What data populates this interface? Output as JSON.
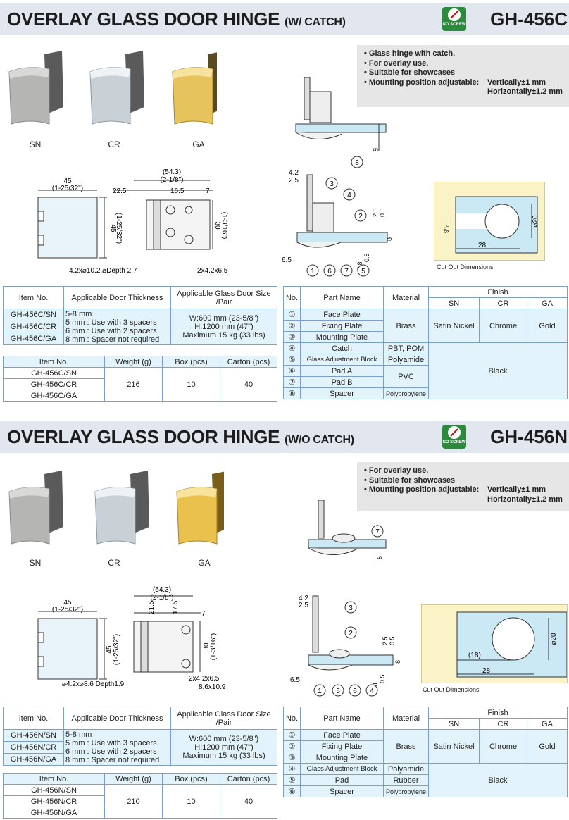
{
  "sections": [
    {
      "title": "OVERLAY GLASS DOOR HINGE",
      "title_sub": "(W/ CATCH)",
      "badge": "NO SCREW",
      "code": "GH-456C",
      "features": [
        {
          "text": "• Glass hinge with catch."
        },
        {
          "text": "• For overlay use."
        },
        {
          "text": "• Suitable for showcases"
        },
        {
          "text": "• Mounting position adjustable:",
          "value": "Vertically±1 mm"
        },
        {
          "text": "",
          "value": "Horizontally±1.2 mm"
        }
      ],
      "finish_captions": [
        "SN",
        "CR",
        "GA"
      ],
      "finish_colors": [
        "#b5b6b4",
        "#c9d0d6",
        "#e7c35e"
      ],
      "dims": {
        "w_total": "(54.3)",
        "w_total_in": "(2-1/8\")",
        "w1": "22.5",
        "w2": "16.5",
        "w3": "7",
        "h": "45",
        "h_in": "(1-25/32\")",
        "d45": "45",
        "d45_in": "(1-25/32\")",
        "h30": "30",
        "h30_in": "(1-3/16\")",
        "hole1": "4.2x⌀10.2,⌀Depth 2.7",
        "hole2": "2x4.2x6.5",
        "hole3": ""
      },
      "side_dims": {
        "a": "4.2",
        "b": "2.5",
        "c": "2.5",
        "d": "0.5",
        "e": "8",
        "f": "6.5",
        "g": "7.8",
        "h": "0.5",
        "top5": "5"
      },
      "top_callouts": [
        "8"
      ],
      "side_callouts": [
        "3",
        "4",
        "2",
        "1",
        "6",
        "7",
        "5"
      ],
      "cutout": {
        "d": "⌀20",
        "w": "28",
        "s": "9⁰₀",
        "caption": "Cut Out Dimensions"
      },
      "spec_table": {
        "headers": [
          "Item No.",
          "Applicable Door Thickness",
          "Applicable Glass Door Size /Pair"
        ],
        "items": [
          "GH-456C/SN",
          "GH-456C/CR",
          "GH-456C/GA"
        ],
        "thickness": [
          "5-8 mm",
          "5 mm : Use with 3 spacers",
          "6 mm : Use with 2 spacers",
          "8 mm : Spacer not required"
        ],
        "size": [
          "W:600 mm (23-5/8\")",
          "H:1200 mm (47\")",
          "Maximum 15 kg (33 lbs)"
        ]
      },
      "weight_table": {
        "headers": [
          "Item No.",
          "Weight (g)",
          "Box (pcs)",
          "Carton (pcs)"
        ],
        "items": [
          "GH-456C/SN",
          "GH-456C/CR",
          "GH-456C/GA"
        ],
        "weight": "216",
        "box": "10",
        "carton": "40"
      },
      "parts_table": {
        "headers": [
          "No.",
          "Part Name",
          "Material",
          "Finish"
        ],
        "finish_sub": [
          "SN",
          "CR",
          "GA"
        ],
        "rows": [
          {
            "no": "①",
            "name": "Face Plate"
          },
          {
            "no": "②",
            "name": "Fixing Plate"
          },
          {
            "no": "③",
            "name": "Mounting Plate"
          },
          {
            "no": "④",
            "name": "Catch",
            "material": "PBT, POM"
          },
          {
            "no": "⑤",
            "name": "Glass Adjustment Block",
            "material": "Polyamide"
          },
          {
            "no": "⑥",
            "name": "Pad A"
          },
          {
            "no": "⑦",
            "name": "Pad B"
          },
          {
            "no": "⑧",
            "name": "Spacer",
            "material": "Polypropylene"
          }
        ],
        "brass": "Brass",
        "pvc": "PVC",
        "sn": "Satin Nickel",
        "cr": "Chrome",
        "ga": "Gold",
        "black": "Black"
      }
    },
    {
      "title": "OVERLAY GLASS DOOR HINGE",
      "title_sub": "(W/O CATCH)",
      "badge": "NO SCREW",
      "code": "GH-456N",
      "features": [
        {
          "text": "• For overlay use."
        },
        {
          "text": "• Suitable for showcases"
        },
        {
          "text": "• Mounting position adjustable:",
          "value": "Vertically±1 mm"
        },
        {
          "text": "",
          "value": "Horizontally±1.2 mm"
        }
      ],
      "finish_captions": [
        "SN",
        "CR",
        "GA"
      ],
      "finish_colors": [
        "#b5b6b4",
        "#c9d0d6",
        "#e9c14c"
      ],
      "dims": {
        "w_total": "(54.3)",
        "w_total_in": "(2-1/8\")",
        "w1": "21.5",
        "w2": "17.5",
        "w3": "7",
        "h": "45",
        "h_in": "(1-25/32\")",
        "d45": "45",
        "d45_in": "(1-25/32\")",
        "h30": "30",
        "h30_in": "(1-3/16\")",
        "hole1": "⌀4.2x⌀8.6 Depth1.9",
        "hole2": "2x4.2x6.5",
        "hole3": "8.6x10.9"
      },
      "side_dims": {
        "a": "4.2",
        "b": "2.5",
        "c": "2.5",
        "d": "0.5",
        "e": "8",
        "f": "6.5",
        "g": "7.8",
        "h": "0.5",
        "top5": "5"
      },
      "top_callouts": [
        "7"
      ],
      "side_callouts": [
        "3",
        "2",
        "1",
        "5",
        "6",
        "4"
      ],
      "cutout": {
        "d": "⌀20",
        "w": "28",
        "s": "(18)",
        "caption": "Cut Out Dimensions"
      },
      "spec_table": {
        "headers": [
          "Item No.",
          "Applicable Door Thickness",
          "Applicable Glass Door Size /Pair"
        ],
        "items": [
          "GH-456N/SN",
          "GH-456N/CR",
          "GH-456N/GA"
        ],
        "thickness": [
          "5-8 mm",
          "5 mm : Use with 3 spacers",
          "6 mm : Use with 2 spacers",
          "8 mm : Spacer not required"
        ],
        "size": [
          "W:600 mm (23-5/8\")",
          "H:1200 mm (47\")",
          "Maximum 15 kg (33 lbs)"
        ]
      },
      "weight_table": {
        "headers": [
          "Item No.",
          "Weight (g)",
          "Box (pcs)",
          "Carton (pcs)"
        ],
        "items": [
          "GH-456N/SN",
          "GH-456N/CR",
          "GH-456N/GA"
        ],
        "weight": "210",
        "box": "10",
        "carton": "40"
      },
      "parts_table": {
        "headers": [
          "No.",
          "Part Name",
          "Material",
          "Finish"
        ],
        "finish_sub": [
          "SN",
          "CR",
          "GA"
        ],
        "rows": [
          {
            "no": "①",
            "name": "Face Plate"
          },
          {
            "no": "②",
            "name": "Fixing Plate"
          },
          {
            "no": "③",
            "name": "Mounting Plate"
          },
          {
            "no": "④",
            "name": "Glass Adjustment Block",
            "material": "Polyamide"
          },
          {
            "no": "⑤",
            "name": "Pad",
            "material": "Rubber"
          },
          {
            "no": "⑥",
            "name": "Spacer",
            "material": "Polypropylene"
          }
        ],
        "brass": "Brass",
        "sn": "Satin Nickel",
        "cr": "Chrome",
        "ga": "Gold",
        "black": "Black"
      }
    }
  ]
}
